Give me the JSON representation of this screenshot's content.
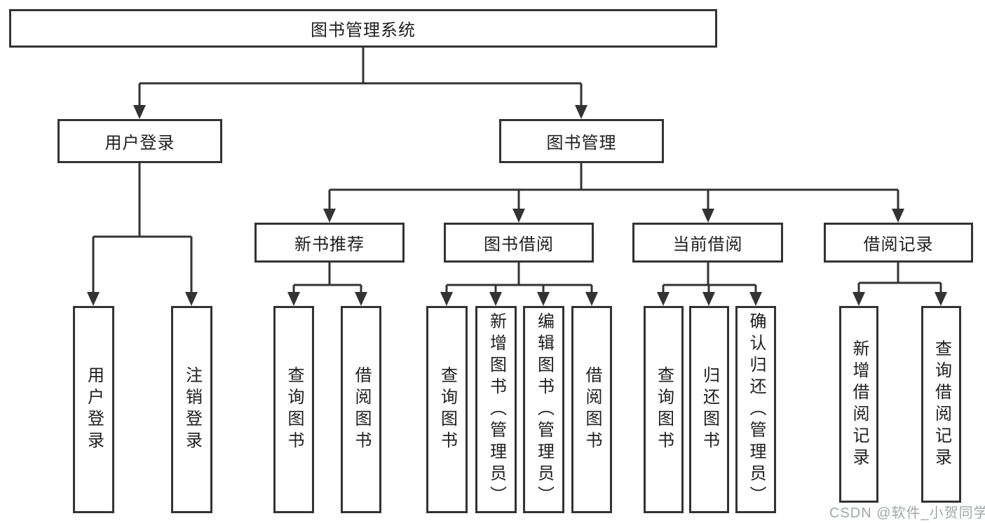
{
  "root": {
    "label": "图书管理系统",
    "children": [
      {
        "label": "用户登录",
        "children": [
          {
            "label": "用户登录"
          },
          {
            "label": "注销登录"
          }
        ]
      },
      {
        "label": "图书管理",
        "children": [
          {
            "label": "新书推荐",
            "children": [
              {
                "label": "查询图书"
              },
              {
                "label": "借阅图书"
              }
            ]
          },
          {
            "label": "图书借阅",
            "children": [
              {
                "label": "查询图书"
              },
              {
                "label": "新增图书（管理员）"
              },
              {
                "label": "编辑图书（管理员）"
              },
              {
                "label": "借阅图书"
              }
            ]
          },
          {
            "label": "当前借阅",
            "children": [
              {
                "label": "查询图书"
              },
              {
                "label": "归还图书"
              },
              {
                "label": "确认归还（管理员）"
              }
            ]
          },
          {
            "label": "借阅记录",
            "children": [
              {
                "label": "新增借阅记录"
              },
              {
                "label": "查询借阅记录"
              }
            ]
          }
        ]
      }
    ]
  },
  "watermark": {
    "text": "CSDN @软件_小贺同学"
  },
  "colors": {
    "line": "#333333",
    "text": "#1e1e1e",
    "box_background": "#ffffff",
    "page_background": "#ffffff",
    "watermark": "#a2a6aa"
  }
}
